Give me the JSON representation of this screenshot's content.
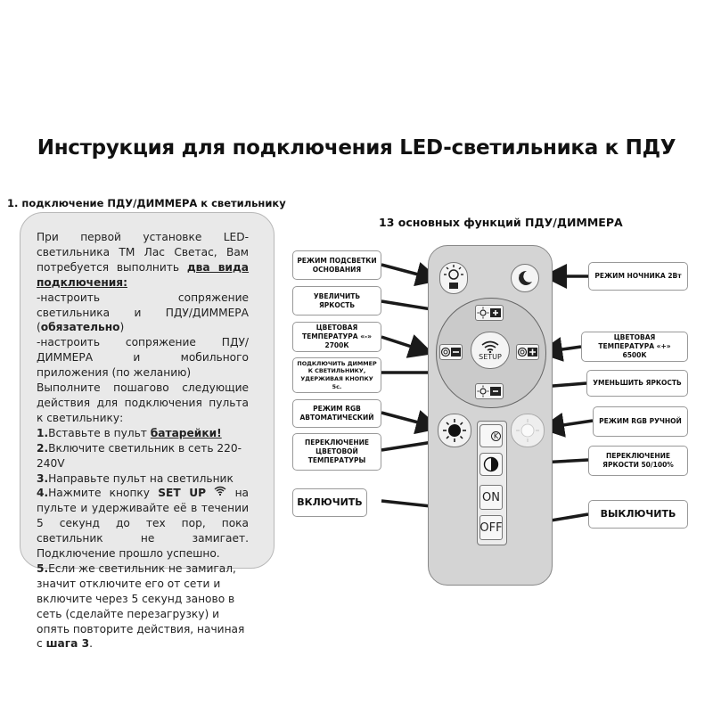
{
  "title": "Инструкция для подключения LED-светильника к ПДУ",
  "section1_heading": "1. подключение ПДУ/ДИММЕРА к светильнику",
  "instructions": {
    "p1": "При первой установке LED-светильника ТМ Лас Светас, Вам потребуется выполнить",
    "p1_bold": "два вида подключения:",
    "p2": "-настроить сопряжение светильника и ПДУ/ДИММЕРА (",
    "p2_bold": "обязательно",
    "p2_end": ")",
    "p3": "-настроить сопряжение ПДУ/ДИММЕРА и мобильного приложения (по желанию)",
    "p4": "Выполните пошагово следующие действия для подключения пульта к светильнику:",
    "s1_num": "1.",
    "s1": "Вставьте в пульт ",
    "s1_bold": "батарейки!",
    "s2_num": "2.",
    "s2": "Включите светильник в сеть 220-240V",
    "s3_num": "3.",
    "s3": "Направьте пульт на светильник",
    "s4_num": "4.",
    "s4": "Нажмите кнопку ",
    "s4_bold": "SET UP",
    "s4_end": "на пульте и удерживайте её в течении 5 секунд до тех пор, пока светильник не замигает. Подключение прошло успешно.",
    "s5_num": "5.",
    "s5": "Если же светильник не замигал, значит отключите его от сети и включите через 5 секунд заново в сеть (сделайте перезагрузку) и опять повторите действия, начиная с ",
    "s5_bold": "шага 3",
    "s5_end": "."
  },
  "section2_heading": "13 основных функций ПДУ/ДИММЕРА",
  "labels": {
    "backlight": "РЕЖИМ ПОДСВЕТКИ ОСНОВАНИЯ",
    "brightness_up": "УВЕЛИЧИТЬ ЯРКОСТЬ",
    "temp_minus": "ЦВЕТОВАЯ ТЕМПЕРАТУРА «-» 2700К",
    "pair": "ПОДКЛЮЧИТЬ ДИММЕР К СВЕТИЛЬНИКУ, УДЕРЖИВАЯ КНОПКУ 5с.",
    "rgb_auto": "РЕЖИМ RGB АВТОМАТИЧЕСКИЙ",
    "temp_switch": "ПЕРЕКЛЮЧЕНИЕ ЦВЕТОВОЙ ТЕМПЕРАТУРЫ",
    "turn_on": "ВКЛЮЧИТЬ",
    "night": "РЕЖИМ НОЧНИКА 2Вт",
    "temp_plus": "ЦВЕТОВАЯ ТЕМПЕРАТУРА «+» 6500К",
    "brightness_down": "УМЕНЬШИТЬ ЯРКОСТЬ",
    "rgb_manual": "РЕЖИМ RGB РУЧНОЙ",
    "brightness_toggle": "ПЕРЕКЛЮЧЕНИЕ ЯРКОСТИ 50/100%",
    "turn_off": "ВЫКЛЮЧИТЬ"
  },
  "remote": {
    "setup": "SETUP",
    "k": "K",
    "on": "ON",
    "off": "OFF"
  }
}
